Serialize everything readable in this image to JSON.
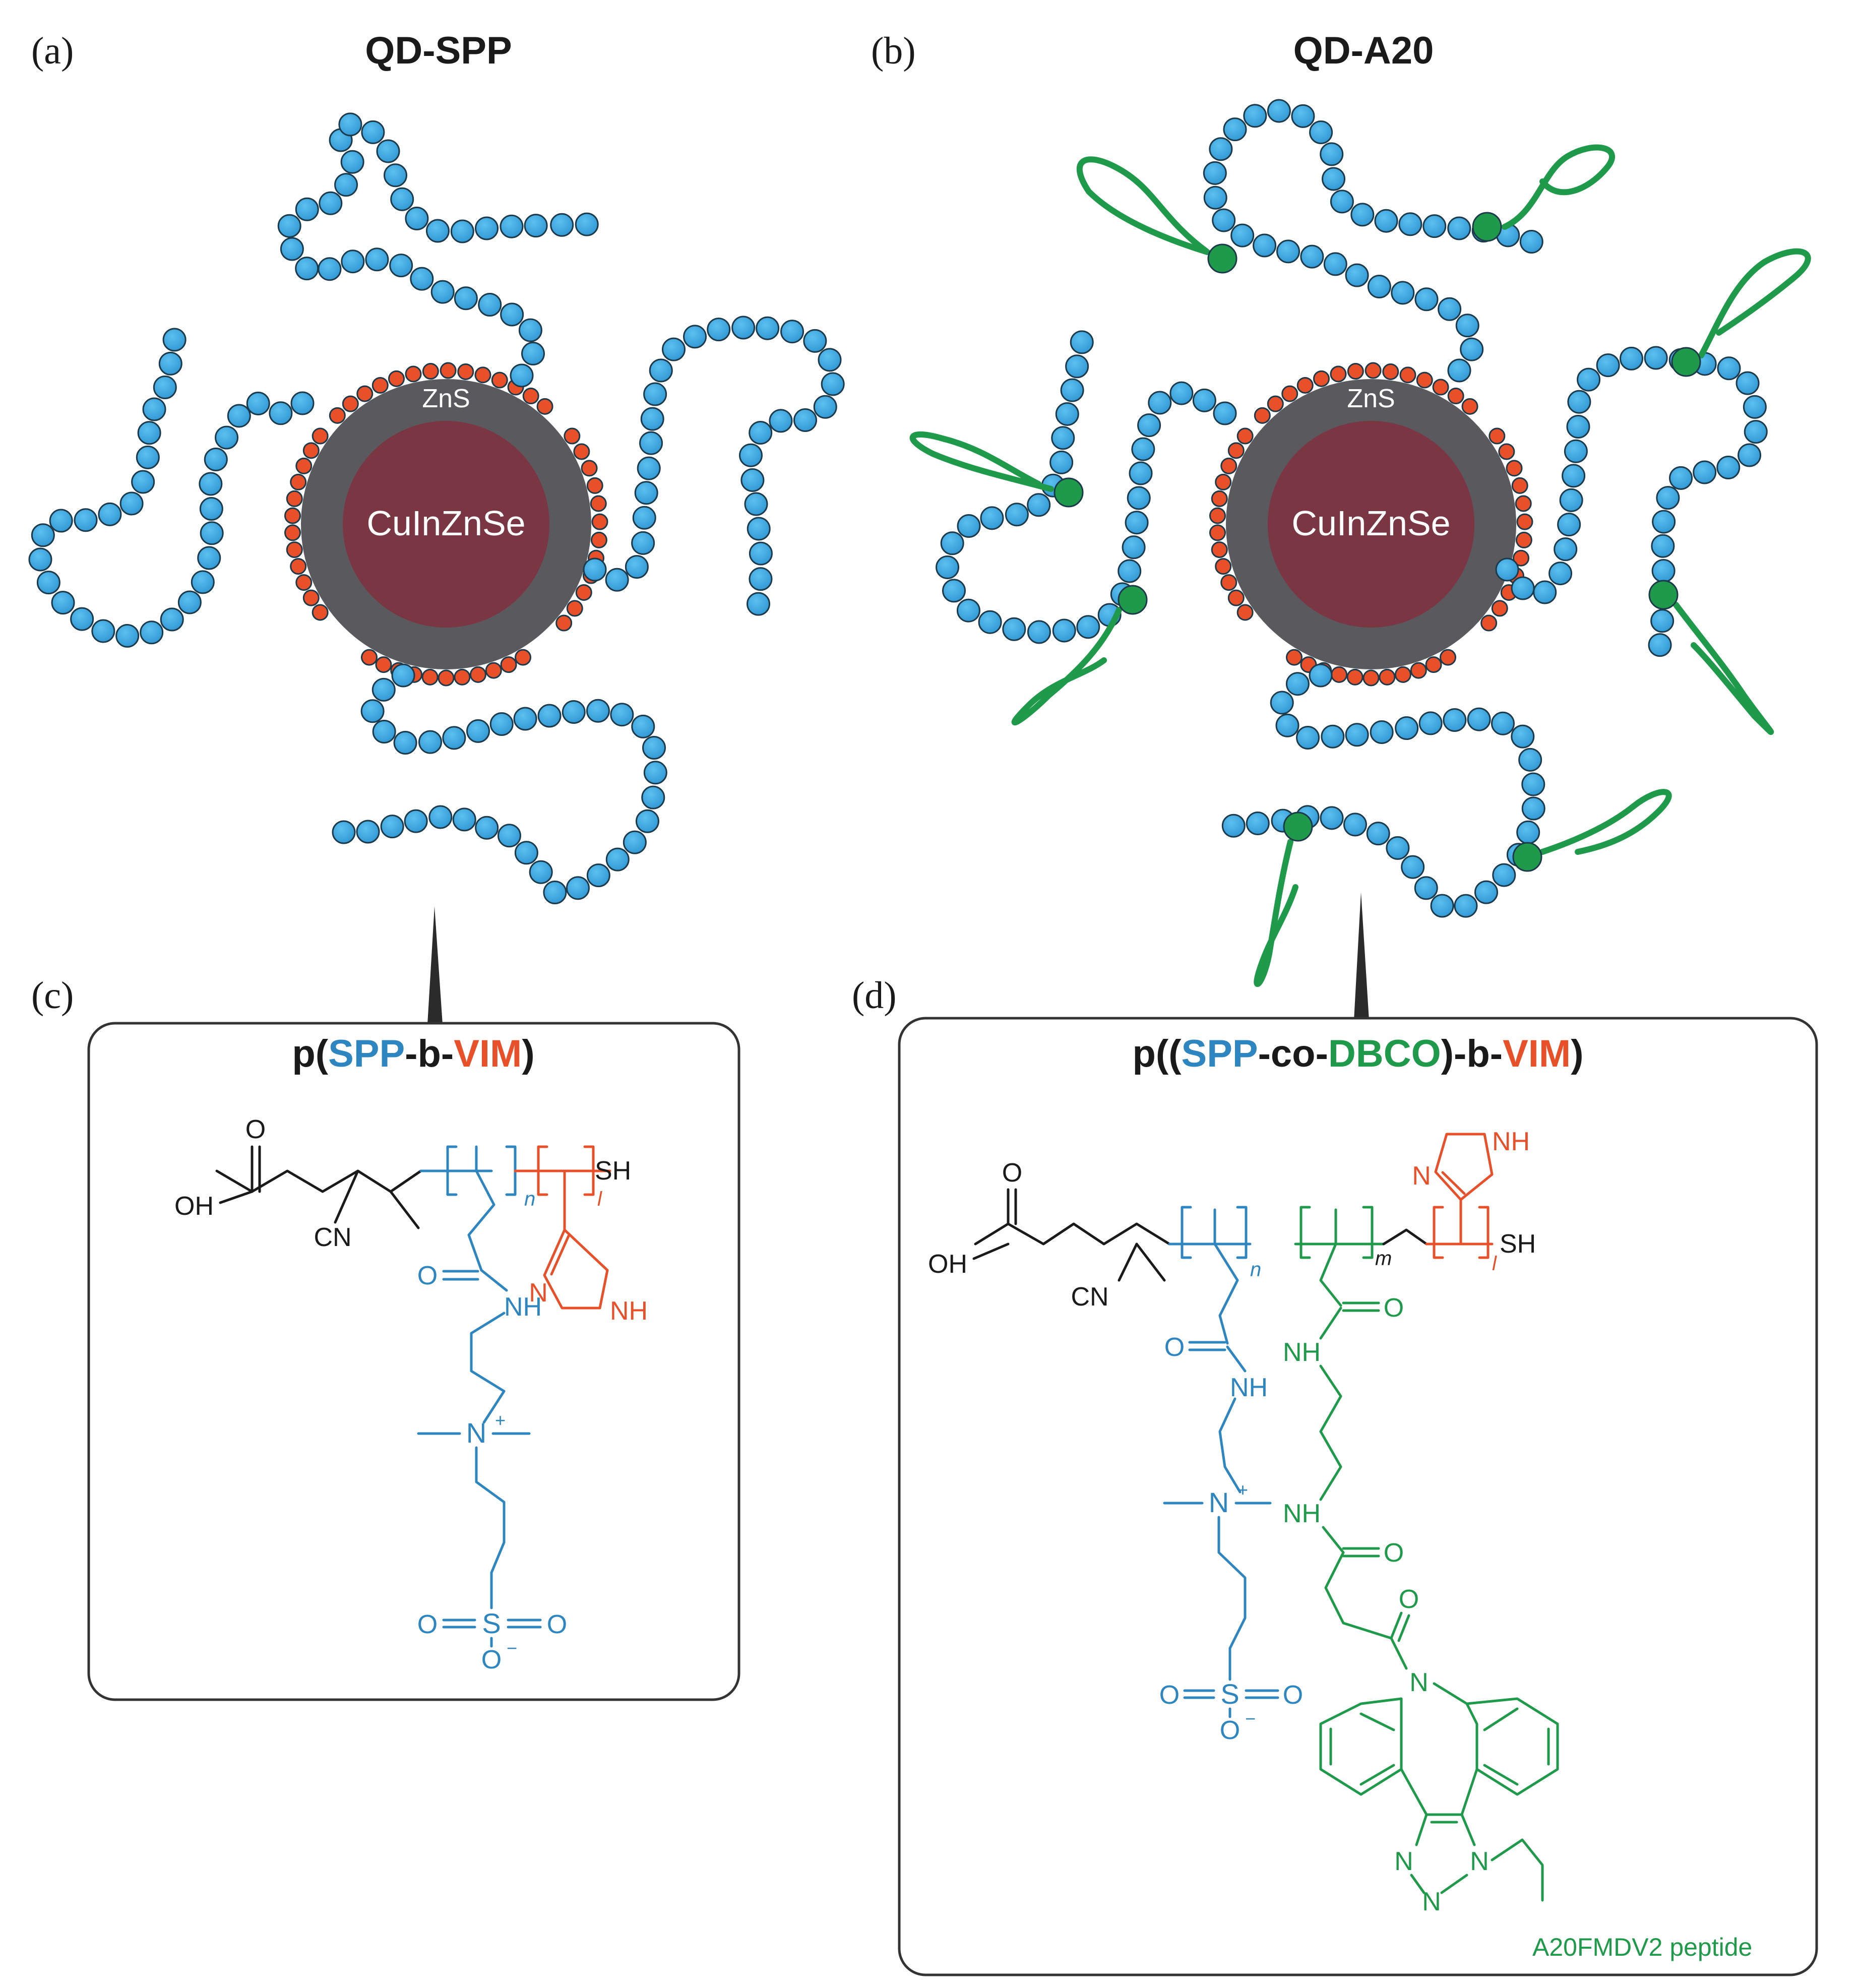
{
  "panels": {
    "a": {
      "letter": "(a)",
      "title": "QD-SPP"
    },
    "b": {
      "letter": "(b)",
      "title": "QD-A20"
    },
    "c": {
      "letter": "(c)"
    },
    "d": {
      "letter": "(d)"
    }
  },
  "qd": {
    "core_label": "CuInZnSe",
    "shell_label": "ZnS"
  },
  "box_c": {
    "title_parts": [
      "p(",
      "SPP",
      "-b-",
      "VIM",
      ")"
    ],
    "atoms": {
      "O": "O",
      "OH": "OH",
      "CN": "CN",
      "SH": "SH",
      "NH": "NH",
      "N": "N",
      "Nplus": "N",
      "plus": "+",
      "S": "S",
      "Ominus": "O",
      "minus": "−",
      "n": "n",
      "l": "l"
    }
  },
  "box_d": {
    "title_parts": [
      "p((",
      "SPP",
      "-co-",
      "DBCO",
      ")-b-",
      "VIM",
      ")"
    ],
    "atoms": {
      "O": "O",
      "OH": "OH",
      "CN": "CN",
      "SH": "SH",
      "NH": "NH",
      "N": "N",
      "Nplus": "N",
      "plus": "+",
      "S": "S",
      "Ominus": "O",
      "minus": "−",
      "n": "n",
      "m": "m",
      "l": "l"
    },
    "peptide_label": "A20FMDV2 peptide"
  },
  "colors": {
    "spp_blue": "#2e86c1",
    "bead_blue": "#3aa6dd",
    "vim_red": "#e8502a",
    "dbco_green": "#1e9a4a",
    "core": "#7a3642",
    "shell": "#5a5a5e",
    "frame": "#333333"
  }
}
